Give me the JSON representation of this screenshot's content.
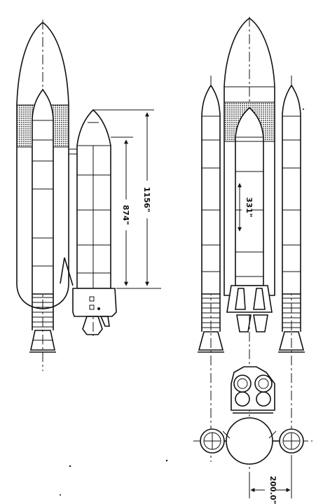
{
  "dimensions": {
    "overall_height": "1156\"",
    "orbiter_height": "874\"",
    "core_diameter": "331\"",
    "booster_offset": "200.0\""
  }
}
